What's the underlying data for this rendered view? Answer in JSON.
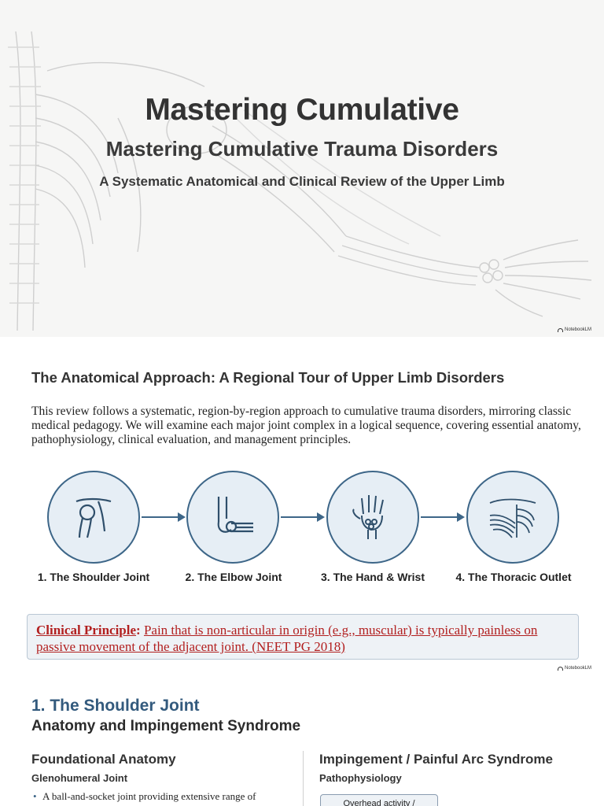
{
  "watermark": {
    "brand": "NotebookLM"
  },
  "title_slide": {
    "heading": "Mastering Cumulative",
    "title": "Mastering Cumulative Trauma Disorders",
    "subtitle": "A Systematic Anatomical and Clinical Review of the Upper Limb"
  },
  "overview_slide": {
    "title": "The Anatomical Approach: A Regional Tour of Upper Limb Disorders",
    "body": "This review follows a systematic, region-by-region approach to cumulative trauma disorders, mirroring classic medical pedagogy. We will examine each major joint complex in a logical sequence, covering essential anatomy, pathophysiology, clinical evaluation, and management principles.",
    "steps": [
      {
        "label": "1. The Shoulder Joint",
        "icon": "shoulder-icon"
      },
      {
        "label": "2. The Elbow Joint",
        "icon": "elbow-icon"
      },
      {
        "label": "3. The Hand & Wrist",
        "icon": "hand-icon"
      },
      {
        "label": "4. The Thoracic Outlet",
        "icon": "thoracic-outlet-icon"
      }
    ],
    "principle_label": "Clinical Principle",
    "principle_text": "Pain that is non-articular in origin (e.g., muscular) is typically painless on passive movement of the adjacent joint. (NEET PG 2018)"
  },
  "shoulder_slide": {
    "title": "1. The Shoulder Joint",
    "subtitle": "Anatomy and Impingement Syndrome",
    "left_heading": "Foundational Anatomy",
    "left_subheading": "Glenohumeral Joint",
    "left_bullet": "A ball-and-socket joint providing extensive range of",
    "right_heading": "Impingement / Painful Arc Syndrome",
    "right_subheading": "Pathophysiology",
    "flow_box": "Overhead activity /"
  },
  "colors": {
    "accent": "#3d6688",
    "principle_red": "#b21f1f",
    "shoulder_title": "#335a7d"
  }
}
